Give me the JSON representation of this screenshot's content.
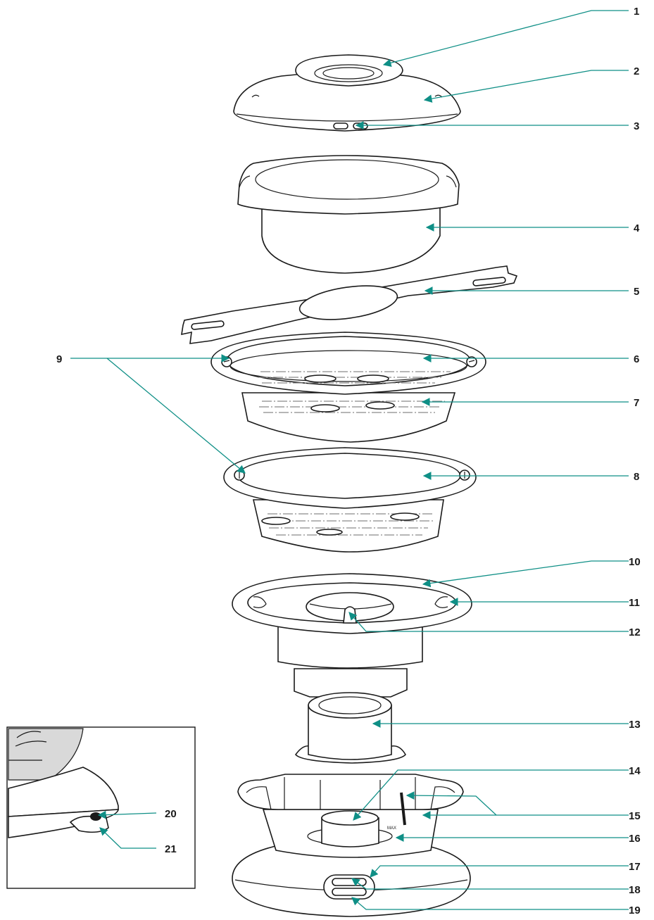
{
  "diagram": {
    "accent_color": "#0f8f86",
    "line_color": "#1a1a1a",
    "callouts": [
      "1",
      "2",
      "3",
      "4",
      "5",
      "6",
      "7",
      "8",
      "9",
      "10",
      "11",
      "12",
      "13",
      "14",
      "15",
      "16",
      "17",
      "18",
      "19",
      "20",
      "21"
    ],
    "inset_callouts": [
      "20",
      "21"
    ],
    "max_mark": "MAX"
  }
}
